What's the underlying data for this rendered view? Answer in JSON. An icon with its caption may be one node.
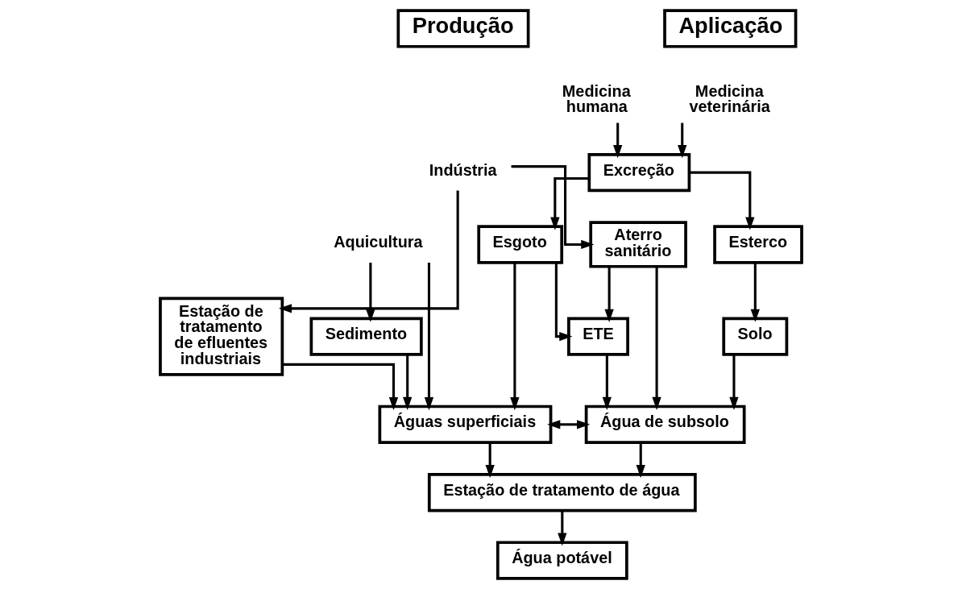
{
  "diagram": {
    "nodes": [
      {
        "text": [
          "Aplicação"
        ]
      },
      {
        "text": [
          "Medicina veterinária"
        ]
      },
      {
        "text": [
          "Medicina humana"
        ]
      },
      {
        "text": [
          "Aquicultura"
        ]
      },
      {
        "text": [
          "Produção"
        ]
      },
      {
        "text": [
          "Indústria"
        ]
      },
      {
        "text": [
          "Excreção"
        ]
      },
      {
        "text": [
          "Esterco"
        ]
      },
      {
        "text": [
          "Esgoto"
        ]
      },
      {
        "text": [
          "Sedimento"
        ]
      },
      {
        "text": [
          "Aterro sanitário"
        ]
      },
      {
        "text": [
          "Estação de tratamento de efluentes industriais"
        ]
      },
      {
        "text": [
          "Solo"
        ]
      },
      {
        "text": [
          "ETE"
        ]
      },
      {
        "text": [
          "Água de subsolo"
        ]
      },
      {
        "text": [
          "Águas superficiais"
        ]
      },
      {
        "text": [
          "Estação de tratamento de água"
        ]
      },
      {
        "text": [
          "Água potável"
        ]
      }
    ],
    "edges": [
      {
        "from": 1,
        "to": 6,
        "arrow": "to"
      },
      {
        "from": 2,
        "to": 6,
        "arrow": "to"
      },
      {
        "from": 6,
        "to": 7,
        "arrow": "to"
      },
      {
        "from": 6,
        "to": 8,
        "arrow": "to"
      },
      {
        "from": 3,
        "to": 9,
        "arrow": "to"
      },
      {
        "from": 3,
        "to": 15,
        "arrow": "to"
      },
      {
        "from": 5,
        "to": 10,
        "arrow": "to"
      },
      {
        "from": 5,
        "to": 11,
        "arrow": "to"
      },
      {
        "from": 8,
        "to": 15,
        "arrow": "to"
      },
      {
        "from": 7,
        "to": 12,
        "arrow": "to"
      },
      {
        "from": 8,
        "to": 13,
        "arrow": "to"
      },
      {
        "from": 10,
        "to": 13,
        "arrow": "to"
      },
      {
        "from": 10,
        "to": 14,
        "arrow": "to"
      },
      {
        "from": 9,
        "to": 15,
        "arrow": "to"
      },
      {
        "from": 12,
        "to": 14,
        "arrow": "to"
      },
      {
        "from": 13,
        "to": 14,
        "arrow": "to"
      },
      {
        "from": 11,
        "to": 15,
        "arrow": "to"
      },
      {
        "from": 14,
        "to": 15,
        "arrow": "both"
      },
      {
        "from": 14,
        "to": 16,
        "arrow": "to"
      },
      {
        "from": 15,
        "to": 16,
        "arrow": "to"
      },
      {
        "from": 16,
        "to": 17,
        "arrow": "to"
      }
    ]
  }
}
